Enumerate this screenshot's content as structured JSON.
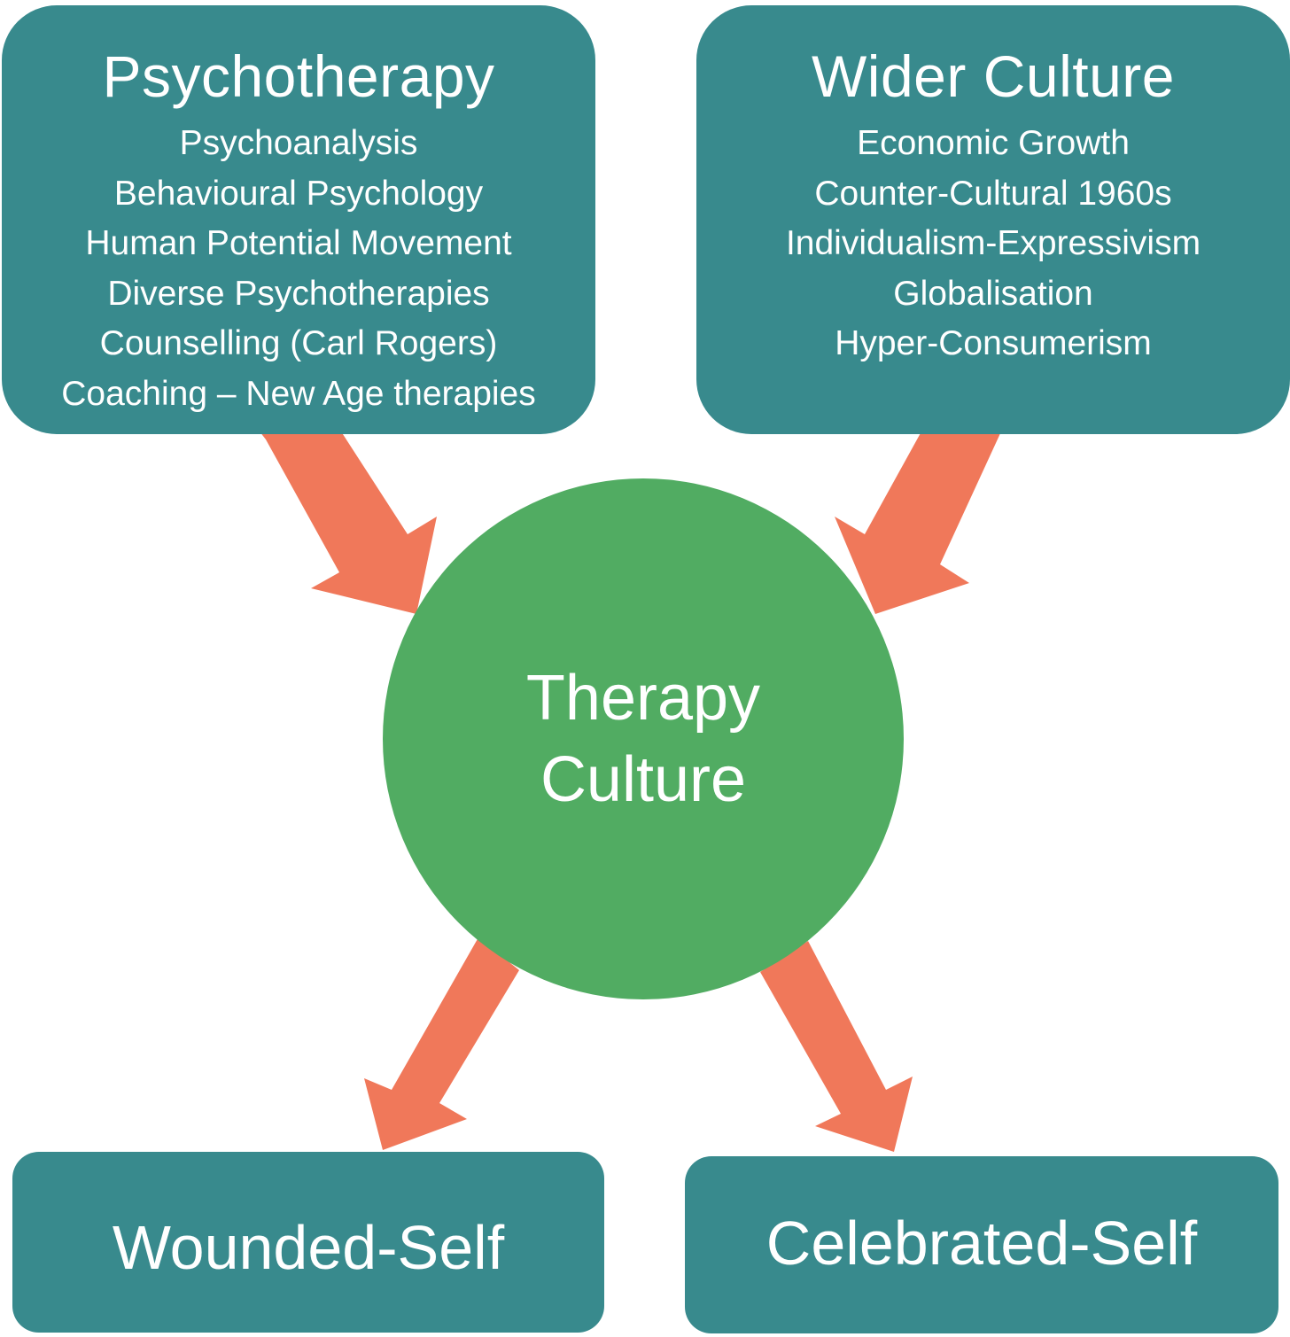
{
  "colors": {
    "box_fill": "#388a8d",
    "circle_fill": "#51ac62",
    "arrow_fill": "#f0785a",
    "text": "#ffffff",
    "background": "#ffffff"
  },
  "psychotherapy": {
    "title": "Psychotherapy",
    "items": [
      "Psychoanalysis",
      "Behavioural Psychology",
      "Human Potential Movement",
      "Diverse Psychotherapies",
      "Counselling (Carl Rogers)",
      "Coaching – New Age therapies"
    ]
  },
  "wider_culture": {
    "title": "Wider Culture",
    "items": [
      "Economic Growth",
      "Counter-Cultural 1960s",
      "Individualism-Expressivism",
      "Globalisation",
      "Hyper-Consumerism"
    ]
  },
  "center": {
    "line1": "Therapy",
    "line2": "Culture"
  },
  "outcomes": {
    "wounded": "Wounded-Self",
    "celebrated": "Celebrated-Self"
  },
  "arrows": [
    {
      "from": "Psychotherapy",
      "to": "Therapy Culture"
    },
    {
      "from": "Wider Culture",
      "to": "Therapy Culture"
    },
    {
      "from": "Therapy Culture",
      "to": "Wounded-Self"
    },
    {
      "from": "Therapy Culture",
      "to": "Celebrated-Self"
    }
  ]
}
